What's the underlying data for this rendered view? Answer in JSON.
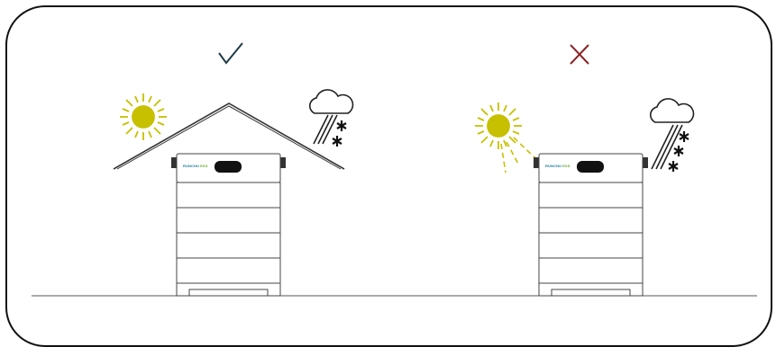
{
  "panels": [
    {
      "id": "correct",
      "verdict": "correct",
      "verdict_icon": "check-mark-icon",
      "verdict_color": "#1f3a46",
      "has_roof": true,
      "brand_text": "RUNCHU",
      "brand_suffix": "ESS"
    },
    {
      "id": "incorrect",
      "verdict": "incorrect",
      "verdict_icon": "cross-mark-icon",
      "verdict_color": "#8b2226",
      "has_roof": false,
      "brand_text": "RUNCHU",
      "brand_suffix": "ESS"
    }
  ],
  "colors": {
    "sun": "#c7c000",
    "line": "#222222",
    "battery_outline": "#444444",
    "brand": "#1b7ba0"
  },
  "icons": [
    "sun-icon",
    "cloud-icon",
    "rain-icon",
    "snowflake-icon",
    "house-roof-icon",
    "battery-stack-icon"
  ]
}
